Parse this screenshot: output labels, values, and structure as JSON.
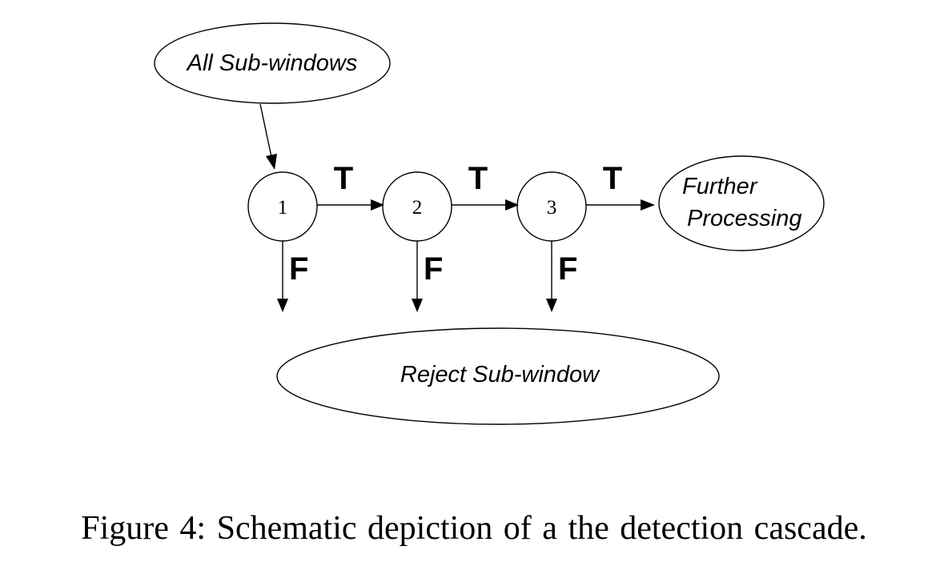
{
  "diagram": {
    "start_label": "All Sub-windows",
    "stages": [
      "1",
      "2",
      "3"
    ],
    "true_label": "T",
    "false_label": "F",
    "further_processing_line1": "Further",
    "further_processing_line2": "Processing",
    "reject_label": "Reject Sub-window"
  },
  "caption": "Figure 4:  Schematic depiction of a the detection cascade."
}
